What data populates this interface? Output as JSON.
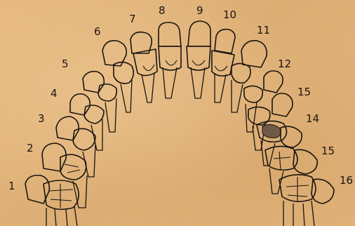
{
  "labels": {
    "n1": "1",
    "n2": "2",
    "n3": "3",
    "n4": "4",
    "n5": "5",
    "n6": "6",
    "n7": "7",
    "n8": "8",
    "n9": "9",
    "n10": "10",
    "n11": "11",
    "n12": "12",
    "n13": "15",
    "n14": "14",
    "n15": "15",
    "n16": "16"
  },
  "colors": {
    "paper": "#e2b57c",
    "ink": "#1a1410",
    "shaded_tooth": "#6e5a49"
  }
}
